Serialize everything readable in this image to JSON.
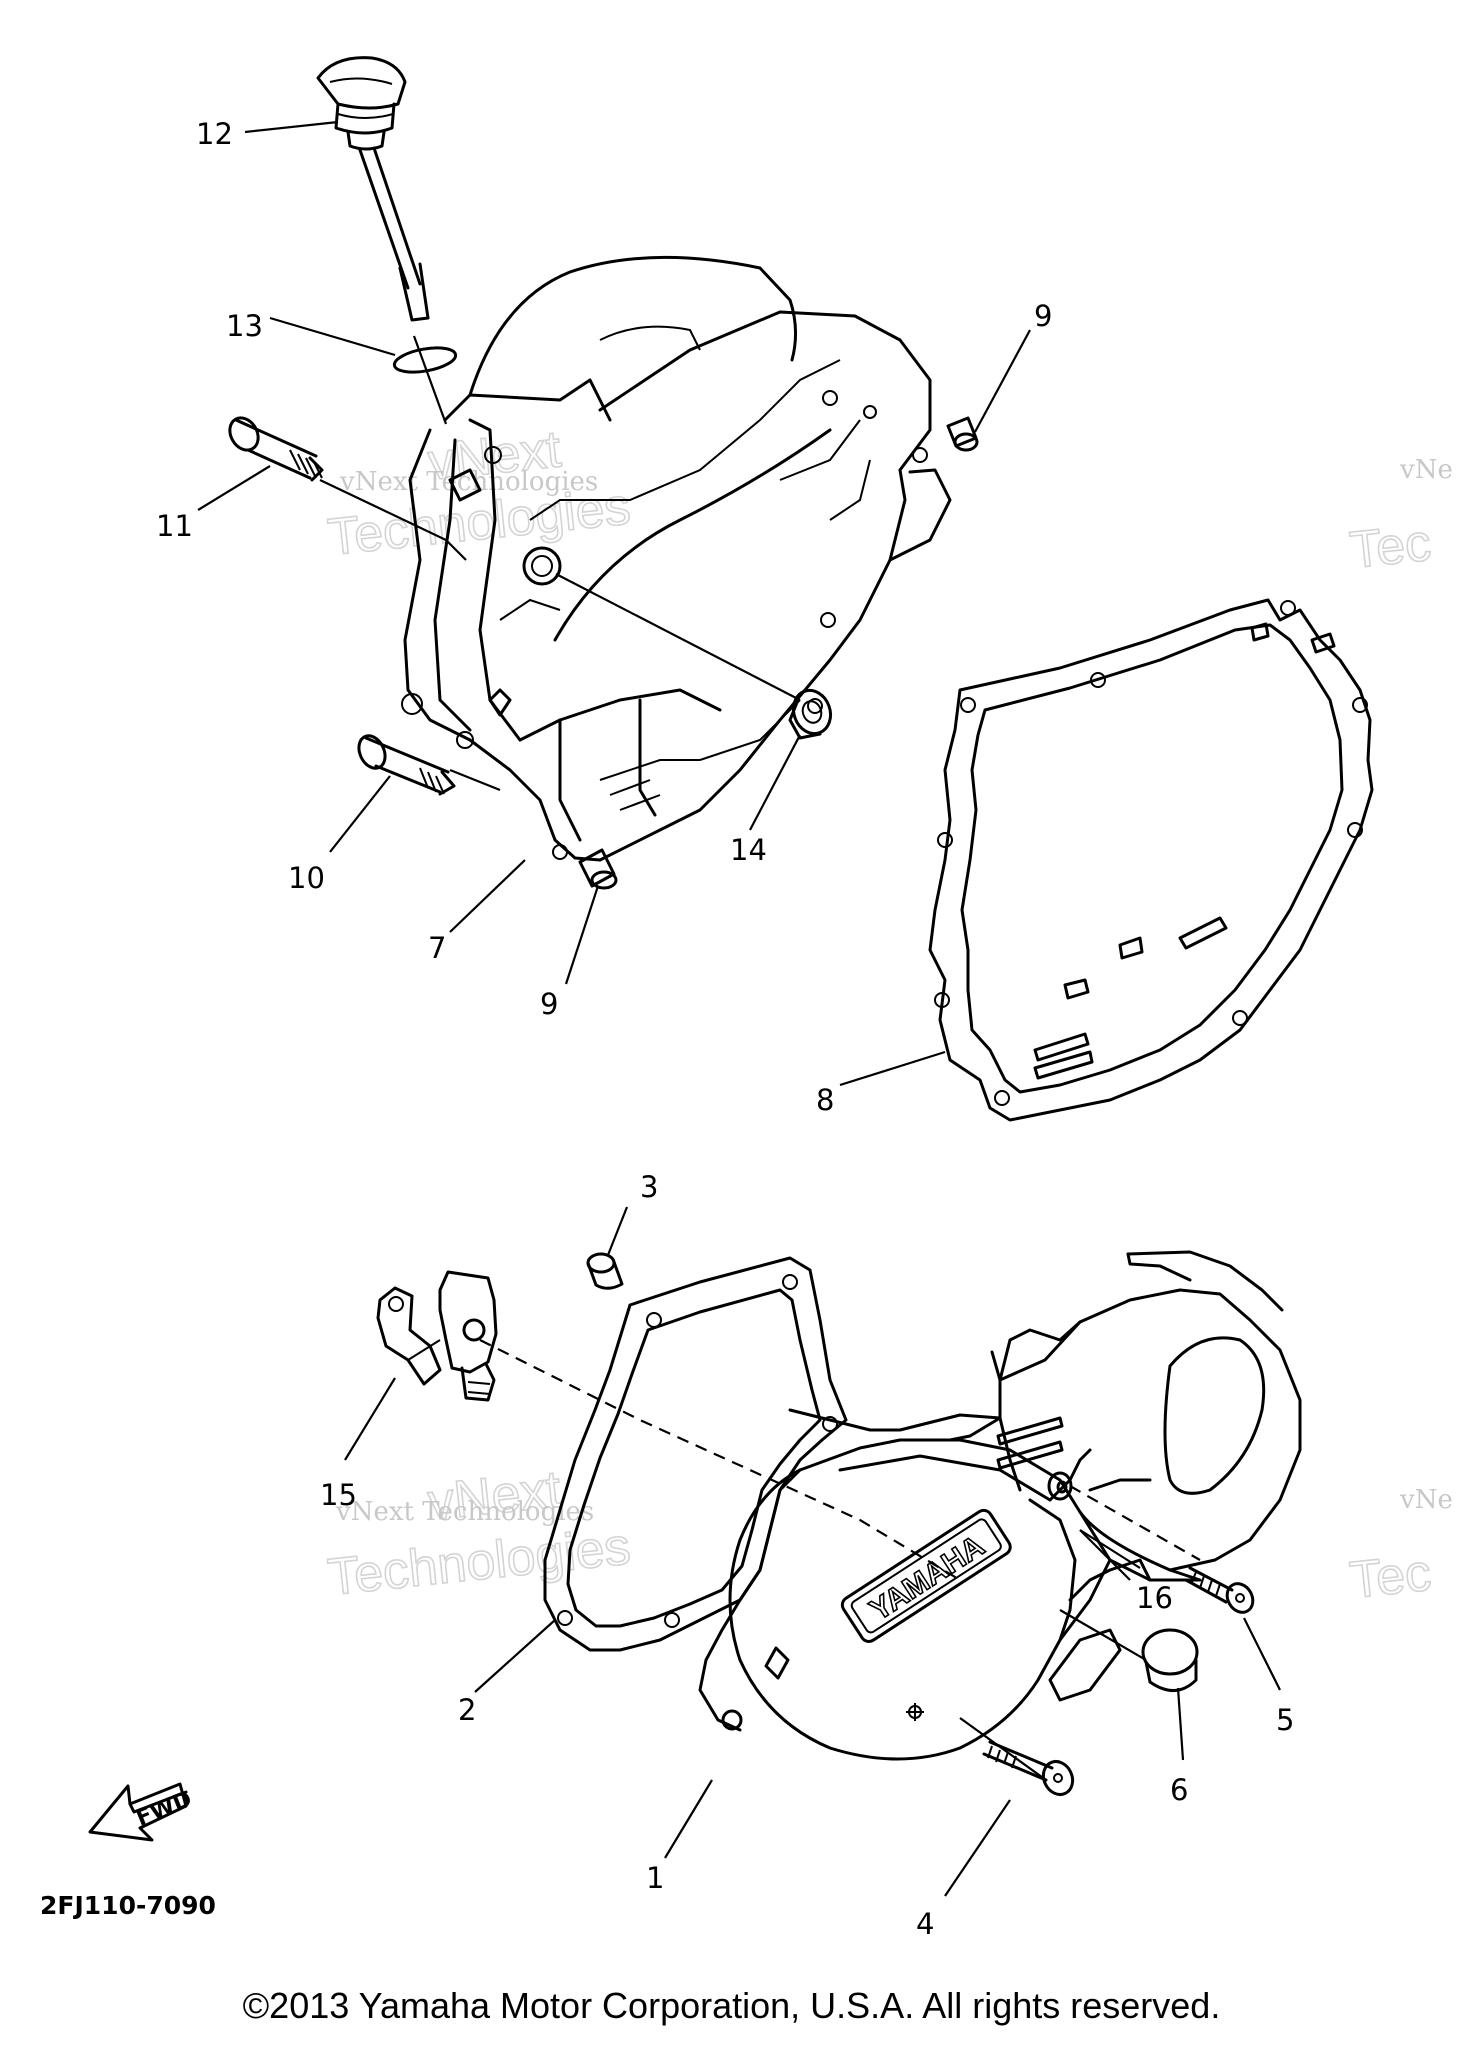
{
  "diagram": {
    "callouts": [
      {
        "id": "callout-12",
        "label": "12"
      },
      {
        "id": "callout-13",
        "label": "13"
      },
      {
        "id": "callout-11",
        "label": "11"
      },
      {
        "id": "callout-9-top",
        "label": "9"
      },
      {
        "id": "callout-10",
        "label": "10"
      },
      {
        "id": "callout-7",
        "label": "7"
      },
      {
        "id": "callout-9-bottom",
        "label": "9"
      },
      {
        "id": "callout-14",
        "label": "14"
      },
      {
        "id": "callout-8",
        "label": "8"
      },
      {
        "id": "callout-3",
        "label": "3"
      },
      {
        "id": "callout-15",
        "label": "15"
      },
      {
        "id": "callout-16",
        "label": "16"
      },
      {
        "id": "callout-5",
        "label": "5"
      },
      {
        "id": "callout-2",
        "label": "2"
      },
      {
        "id": "callout-6",
        "label": "6"
      },
      {
        "id": "callout-1",
        "label": "1"
      },
      {
        "id": "callout-4",
        "label": "4"
      }
    ],
    "logo_text": "YAMAHA",
    "fwd_label": "FWD",
    "diagram_code": "2FJ110-7090"
  },
  "watermark": {
    "line1": "vNext Technologies",
    "line2_a": "vNext",
    "line2_b": "Technologies",
    "edge_a": "vNe",
    "edge_b": "Tec"
  },
  "footer": {
    "copyright": "©2013 Yamaha Motor Corporation, U.S.A. All rights reserved."
  }
}
